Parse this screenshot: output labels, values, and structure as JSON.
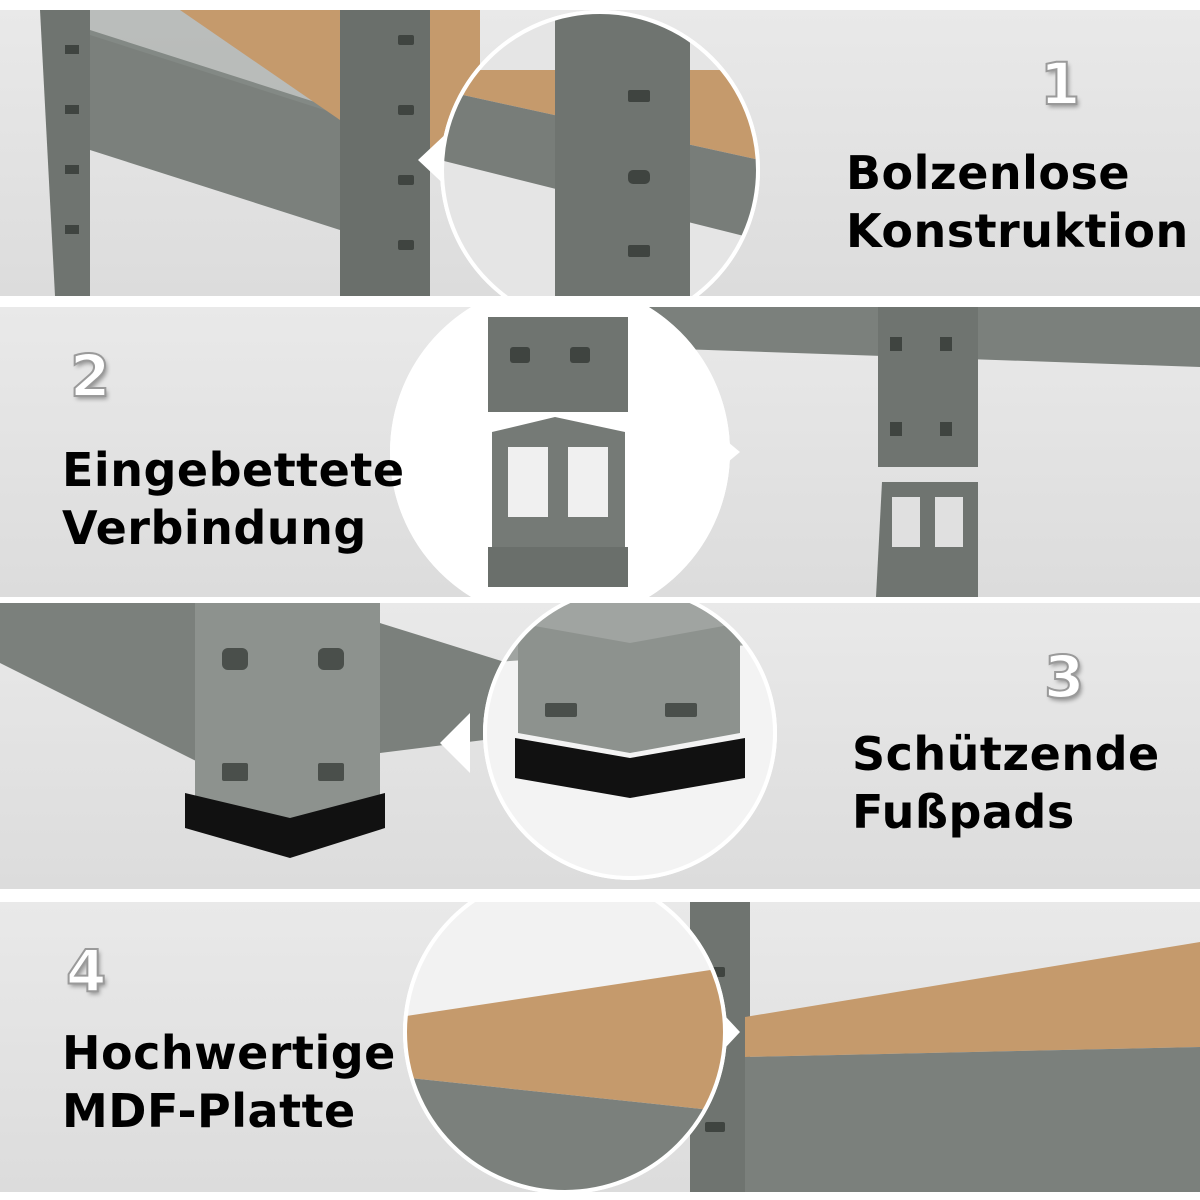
{
  "features": [
    {
      "number": "1",
      "line1": "Bolzenlose",
      "line2": "Konstruktion"
    },
    {
      "number": "2",
      "line1": "Eingebettete",
      "line2": "Verbindung"
    },
    {
      "number": "3",
      "line1": "Schützende",
      "line2": "Fußpads"
    },
    {
      "number": "4",
      "line1": "Hochwertige",
      "line2": "MDF-Platte"
    }
  ],
  "colors": {
    "steel": "#6f7470",
    "steel_dark": "#555a57",
    "mdf": "#c59a6c",
    "foot_pad": "#111111",
    "number_fill": "#ffffff",
    "label_text": "#000000"
  }
}
